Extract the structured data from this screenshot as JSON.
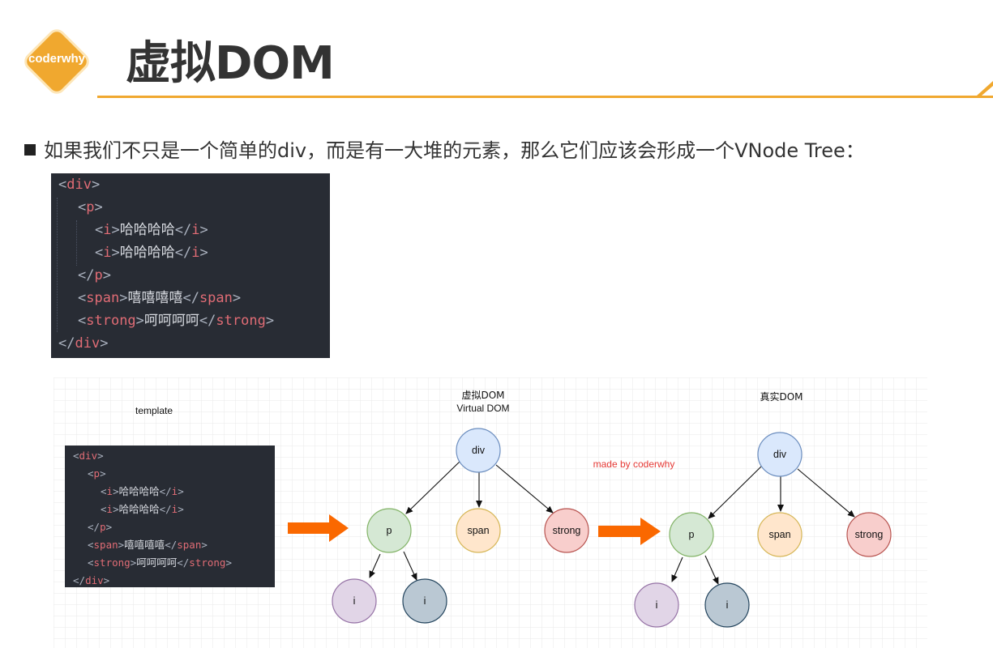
{
  "logo": {
    "text": "coderwhy",
    "color": "#f0a82f"
  },
  "slide": {
    "title": "虚拟DOM",
    "accent_color": "#f0a82f"
  },
  "bullet": {
    "text": "如果我们不只是一个简单的div，而是有一大堆的元素，那么它们应该会形成一个VNode Tree："
  },
  "code_lines": [
    {
      "open": "<",
      "tag": "div",
      "close": ">",
      "text": "",
      "endtag": ""
    },
    {
      "open": "<",
      "tag": "p",
      "close": ">",
      "text": "",
      "endtag": ""
    },
    {
      "open": "<",
      "tag": "i",
      "close": ">",
      "text": "哈哈哈哈",
      "endtag": "i"
    },
    {
      "open": "<",
      "tag": "i",
      "close": ">",
      "text": "哈哈哈哈",
      "endtag": "i"
    },
    {
      "open": "</",
      "tag": "p",
      "close": ">",
      "text": "",
      "endtag": ""
    },
    {
      "open": "<",
      "tag": "span",
      "close": ">",
      "text": "嘻嘻嘻嘻",
      "endtag": "span"
    },
    {
      "open": "<",
      "tag": "strong",
      "close": ">",
      "text": "呵呵呵呵",
      "endtag": "strong"
    },
    {
      "open": "</",
      "tag": "div",
      "close": ">",
      "text": "",
      "endtag": ""
    }
  ],
  "diagram": {
    "template_label": "template",
    "vdom_label_line1": "虚拟DOM",
    "vdom_label_line2": "Virtual DOM",
    "real_label": "真实DOM",
    "watermark": "made by coderwhy",
    "nodes": {
      "div": "div",
      "p": "p",
      "span": "span",
      "strong": "strong",
      "i": "i"
    },
    "colors": {
      "div": "#dae8fc",
      "div_stroke": "#6c8ebf",
      "p": "#d5e8d4",
      "p_stroke": "#82b366",
      "span": "#ffe6cc",
      "span_stroke": "#d6b656",
      "strong": "#f8cecc",
      "strong_stroke": "#b85450",
      "i1": "#e1d5e7",
      "i1_stroke": "#9673a6",
      "i2": "#bac8d3",
      "i2_stroke": "#23445d",
      "arrow": "#fa6800",
      "watermark": "#e53935"
    }
  }
}
